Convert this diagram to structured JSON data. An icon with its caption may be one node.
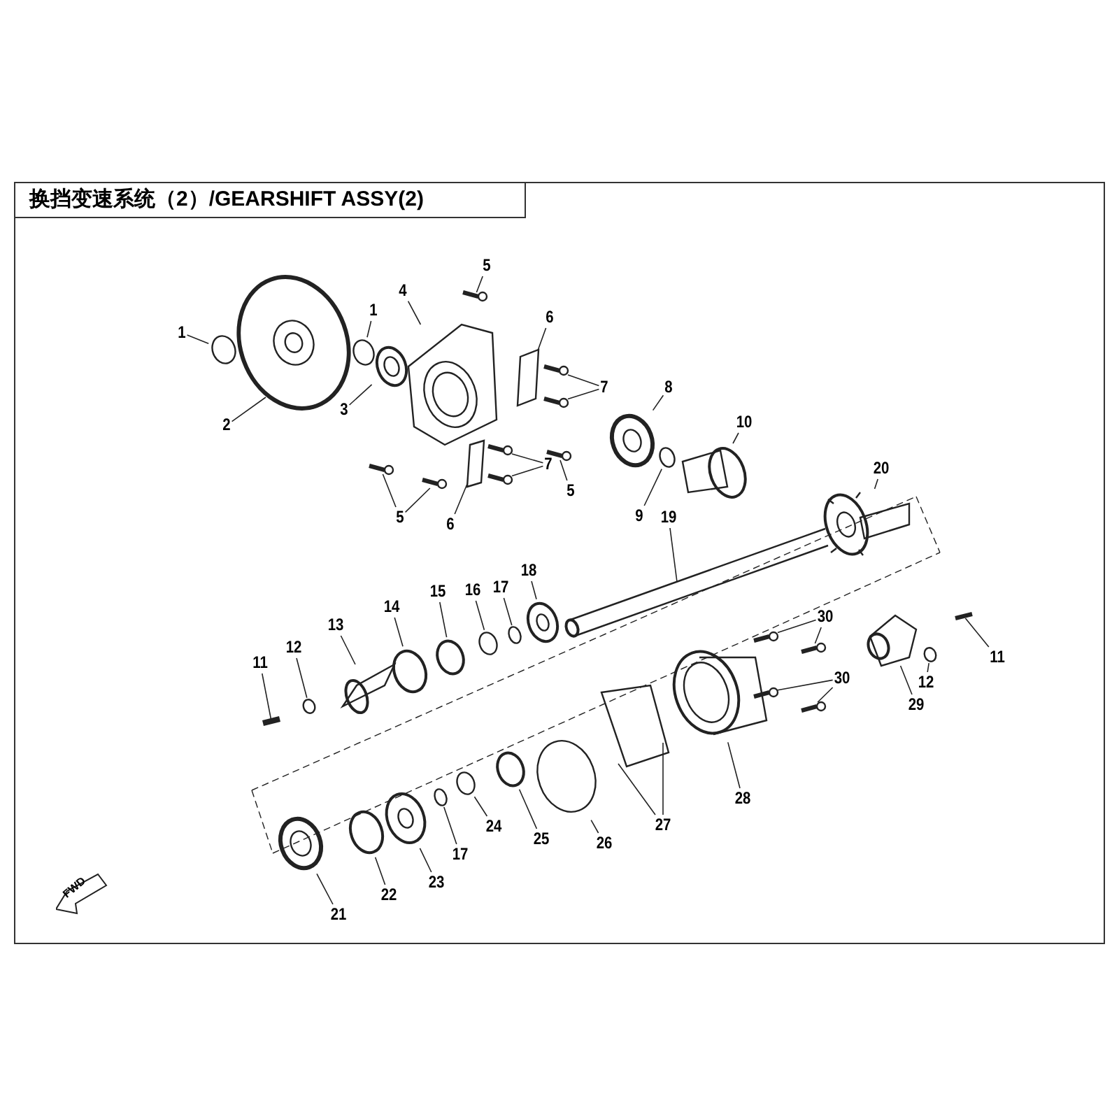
{
  "diagram": {
    "title": "换挡变速系统（2）/GEARSHIFT ASSY(2)",
    "nodes": [
      {
        "text": [
          "1"
        ]
      },
      {
        "text": [
          "1"
        ]
      },
      {
        "text": [
          "2"
        ]
      },
      {
        "text": [
          "3"
        ]
      },
      {
        "text": [
          "4"
        ]
      },
      {
        "text": [
          "5"
        ]
      },
      {
        "text": [
          "6"
        ]
      },
      {
        "text": [
          "7"
        ]
      },
      {
        "text": [
          "7"
        ]
      },
      {
        "text": [
          "8"
        ]
      },
      {
        "text": [
          "9"
        ]
      },
      {
        "text": [
          "10"
        ]
      },
      {
        "text": [
          "5"
        ]
      },
      {
        "text": [
          "5"
        ]
      },
      {
        "text": [
          "6"
        ]
      },
      {
        "text": [
          "20"
        ]
      },
      {
        "text": [
          "19"
        ]
      },
      {
        "text": [
          "18"
        ]
      },
      {
        "text": [
          "17"
        ]
      },
      {
        "text": [
          "16"
        ]
      },
      {
        "text": [
          "15"
        ]
      },
      {
        "text": [
          "14"
        ]
      },
      {
        "text": [
          "13"
        ]
      },
      {
        "text": [
          "12"
        ]
      },
      {
        "text": [
          "11"
        ]
      },
      {
        "text": [
          "30"
        ]
      },
      {
        "text": [
          "30"
        ]
      },
      {
        "text": [
          "11"
        ]
      },
      {
        "text": [
          "12"
        ]
      },
      {
        "text": [
          "29"
        ]
      },
      {
        "text": [
          "28"
        ]
      },
      {
        "text": [
          "27"
        ]
      },
      {
        "text": [
          "26"
        ]
      },
      {
        "text": [
          "25"
        ]
      },
      {
        "text": [
          "24"
        ]
      },
      {
        "text": [
          "17"
        ]
      },
      {
        "text": [
          "23"
        ]
      },
      {
        "text": [
          "22"
        ]
      },
      {
        "text": [
          "21"
        ]
      },
      {
        "text": [],
        "shape": "circle"
      },
      {
        "text": [],
        "shape": "circle"
      },
      {
        "text": [],
        "shape": "picture"
      },
      {
        "text": [],
        "shape": "picture"
      },
      {
        "text": [],
        "shape": "picture"
      },
      {
        "text": [],
        "shape": "picture"
      },
      {
        "text": [],
        "shape": "picture"
      },
      {
        "text": [],
        "shape": "picture"
      },
      {
        "text": [],
        "shape": "picture"
      },
      {
        "text": [],
        "shape": "picture"
      },
      {
        "text": [],
        "shape": "picture"
      },
      {
        "text": [],
        "shape": "picture"
      },
      {
        "text": [],
        "shape": "circle"
      },
      {
        "text": [],
        "shape": "picture"
      },
      {
        "text": [],
        "shape": "picture"
      },
      {
        "text": [],
        "shape": "picture"
      },
      {
        "text": [],
        "shape": "picture"
      },
      {
        "text": [],
        "shape": "picture"
      },
      {
        "text": [],
        "shape": "picture"
      },
      {
        "text": [],
        "shape": "picture"
      },
      {
        "text": [],
        "shape": "picture"
      },
      {
        "text": [],
        "shape": "circle"
      },
      {
        "text": [],
        "shape": "circle"
      },
      {
        "text": [],
        "shape": "circle"
      },
      {
        "text": [],
        "shape": "circle"
      },
      {
        "text": [],
        "shape": "picture"
      },
      {
        "text": [],
        "shape": "circle"
      },
      {
        "text": [],
        "shape": "picture"
      },
      {
        "text": [],
        "shape": "picture"
      },
      {
        "text": [],
        "shape": "picture"
      },
      {
        "text": [],
        "shape": "picture"
      },
      {
        "text": [],
        "shape": "picture"
      },
      {
        "text": [],
        "shape": "picture"
      },
      {
        "text": [],
        "shape": "circle"
      },
      {
        "text": [],
        "shape": "picture"
      },
      {
        "text": [],
        "shape": "picture"
      },
      {
        "text": [],
        "shape": "picture"
      },
      {
        "text": [],
        "shape": "circle"
      },
      {
        "text": [],
        "shape": "circle"
      },
      {
        "text": [],
        "shape": "circle"
      },
      {
        "text": [],
        "shape": "circle"
      },
      {
        "text": [],
        "shape": "picture"
      },
      {
        "text": [],
        "shape": "circle"
      },
      {
        "text": [],
        "shape": "picture"
      },
      {
        "text": [
          "FWD"
        ]
      }
    ],
    "edges": [
      {
        "from": 0,
        "to": 39,
        "arrow": "none"
      },
      {
        "from": 1,
        "to": 40,
        "arrow": "none"
      },
      {
        "from": 2,
        "to": 41,
        "arrow": "none"
      },
      {
        "from": 3,
        "to": 42,
        "arrow": "none"
      },
      {
        "from": 4,
        "to": 43,
        "arrow": "none"
      },
      {
        "from": 5,
        "to": 44,
        "arrow": "none"
      },
      {
        "from": 6,
        "to": 45,
        "arrow": "none"
      },
      {
        "from": 7,
        "to": 46,
        "arrow": "none"
      },
      {
        "from": 7,
        "to": 47,
        "arrow": "none"
      },
      {
        "from": 8,
        "to": 48,
        "arrow": "none"
      },
      {
        "from": 8,
        "to": 49,
        "arrow": "none"
      },
      {
        "from": 9,
        "to": 50,
        "arrow": "none"
      },
      {
        "from": 10,
        "to": 51,
        "arrow": "none"
      },
      {
        "from": 11,
        "to": 52,
        "arrow": "none"
      },
      {
        "from": 12,
        "to": 53,
        "arrow": "none"
      },
      {
        "from": 13,
        "to": 54,
        "arrow": "none"
      },
      {
        "from": 13,
        "to": 55,
        "arrow": "none"
      },
      {
        "from": 14,
        "to": 56,
        "arrow": "none"
      },
      {
        "from": 15,
        "to": 57,
        "arrow": "none"
      },
      {
        "from": 16,
        "to": 58,
        "arrow": "none"
      },
      {
        "from": 17,
        "to": 59,
        "arrow": "none"
      },
      {
        "from": 18,
        "to": 60,
        "arrow": "none"
      },
      {
        "from": 19,
        "to": 61,
        "arrow": "none"
      },
      {
        "from": 20,
        "to": 62,
        "arrow": "none"
      },
      {
        "from": 21,
        "to": 63,
        "arrow": "none"
      },
      {
        "from": 22,
        "to": 64,
        "arrow": "none"
      },
      {
        "from": 23,
        "to": 65,
        "arrow": "none"
      },
      {
        "from": 24,
        "to": 66,
        "arrow": "none"
      },
      {
        "from": 25,
        "to": 67,
        "arrow": "none"
      },
      {
        "from": 25,
        "to": 68,
        "arrow": "none"
      },
      {
        "from": 26,
        "to": 69,
        "arrow": "none"
      },
      {
        "from": 26,
        "to": 70,
        "arrow": "none"
      },
      {
        "from": 27,
        "to": 71,
        "arrow": "none"
      },
      {
        "from": 28,
        "to": 72,
        "arrow": "none"
      },
      {
        "from": 29,
        "to": 73,
        "arrow": "none"
      },
      {
        "from": 30,
        "to": 74,
        "arrow": "none"
      },
      {
        "from": 31,
        "to": 75,
        "arrow": "none"
      },
      {
        "from": 31,
        "to": 75,
        "arrow": "none"
      },
      {
        "from": 32,
        "to": 76,
        "arrow": "none"
      },
      {
        "from": 33,
        "to": 77,
        "arrow": "none"
      },
      {
        "from": 34,
        "to": 78,
        "arrow": "none"
      },
      {
        "from": 35,
        "to": 79,
        "arrow": "none"
      },
      {
        "from": 36,
        "to": 80,
        "arrow": "none"
      },
      {
        "from": 37,
        "to": 81,
        "arrow": "none"
      },
      {
        "from": 38,
        "to": 82,
        "arrow": "none"
      }
    ]
  }
}
